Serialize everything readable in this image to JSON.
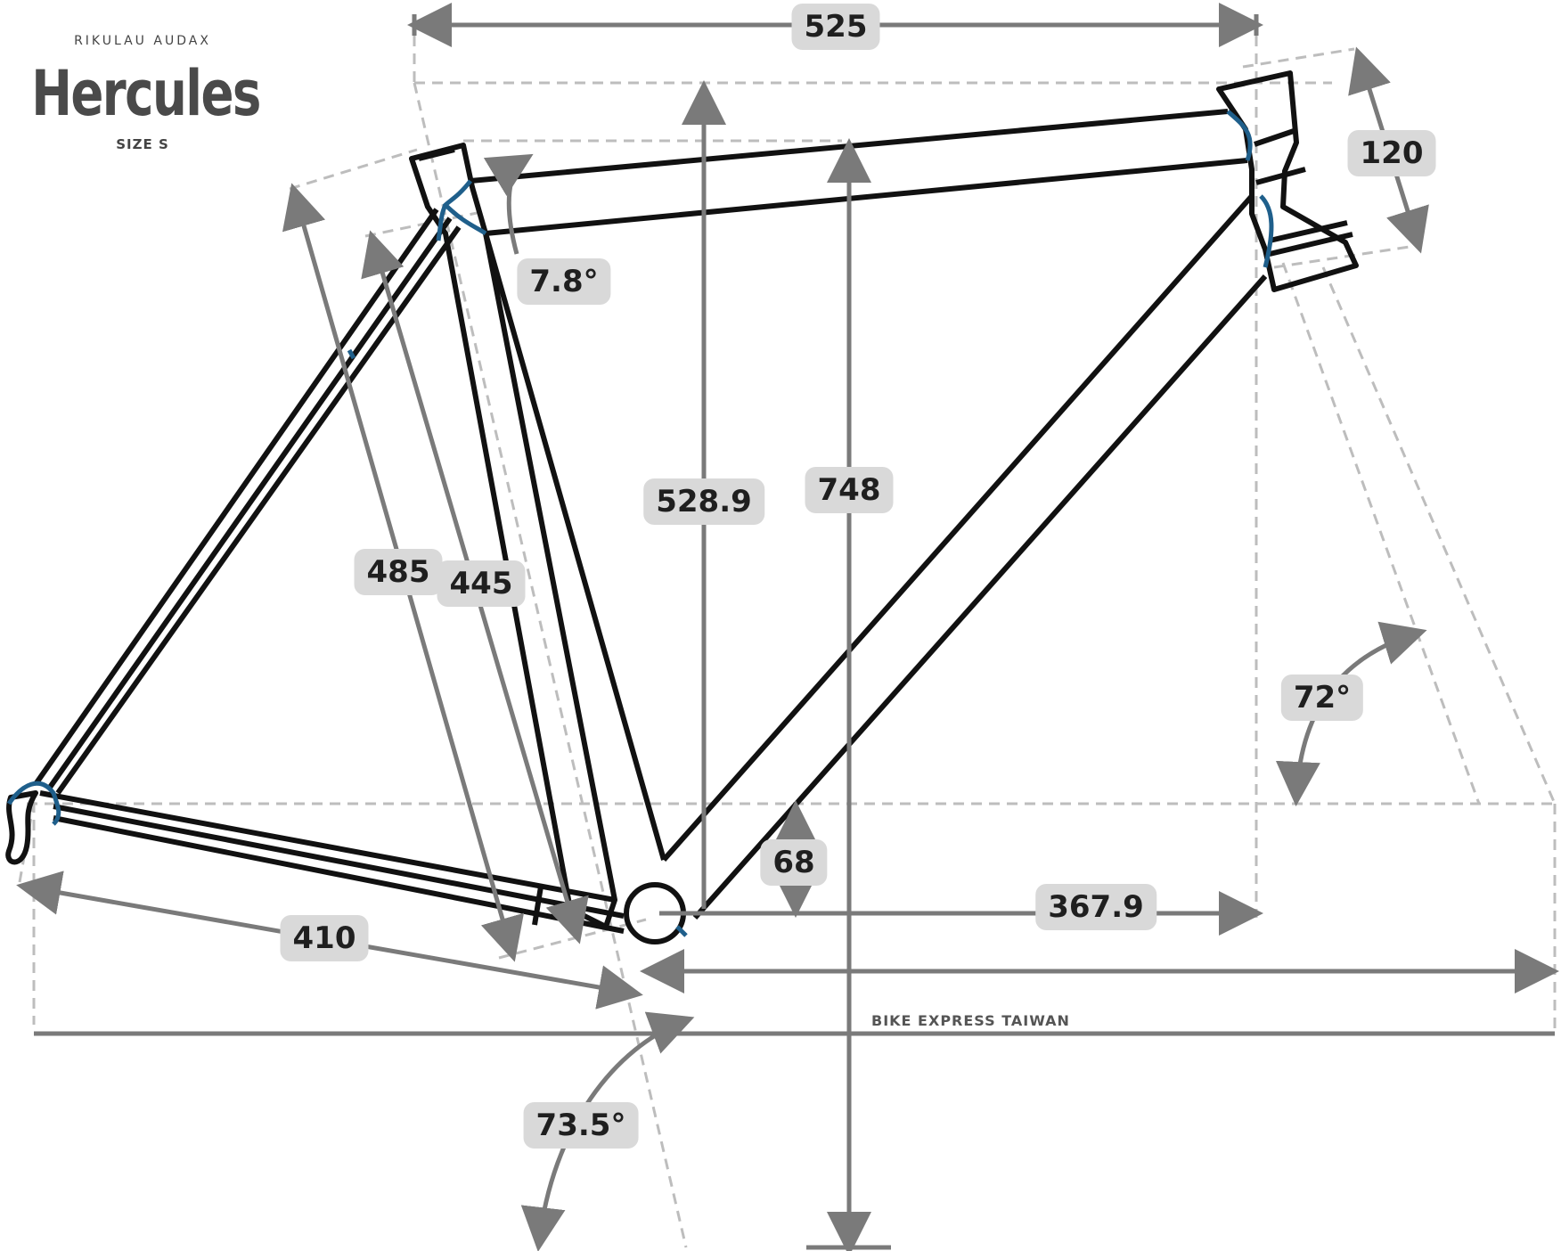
{
  "header": {
    "brand": "RIKULAU AUDAX",
    "model": "Hercules",
    "size": "SIZE S"
  },
  "footer": {
    "text": "BIKE EXPRESS TAIWAN"
  },
  "dimensions": {
    "top_tube": "525",
    "head_tube": "120",
    "top_tube_slope": "7.8°",
    "stack": "528.9",
    "standover": "748",
    "seat_tube_ctc": "485",
    "seat_tube_ctt": "445",
    "head_angle": "72°",
    "bb_drop": "68",
    "reach": "367.9",
    "chainstay": "410",
    "seat_angle": "73.5°"
  },
  "colors": {
    "frame": "#111111",
    "dimension": "#7a7a7a",
    "guide": "#bdbdbd",
    "cable": "#1f5f8b",
    "label_bg": "#d9d9d9"
  }
}
